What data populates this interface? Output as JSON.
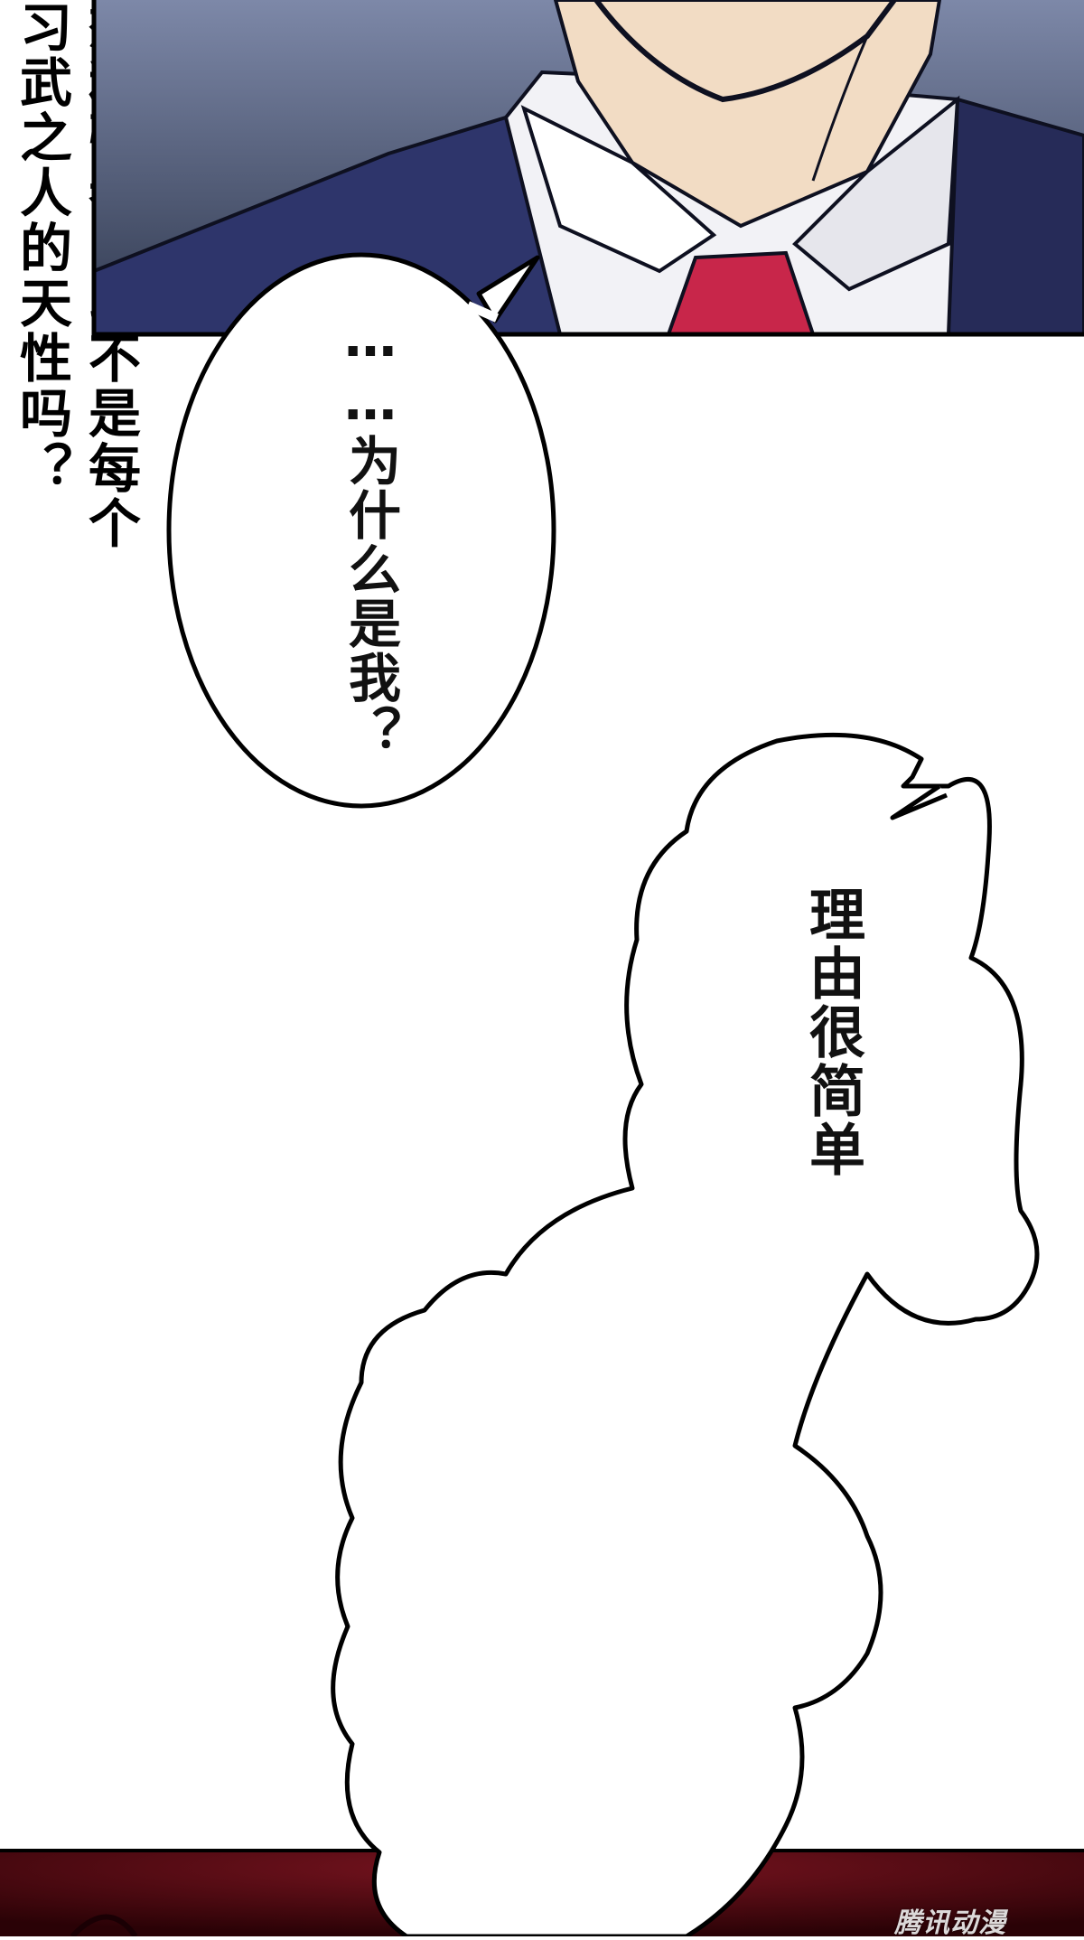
{
  "colors": {
    "panel_bg_top": "#8a94b0",
    "panel_bg_bottom": "#3a4460",
    "suit": "#2e356b",
    "shirt": "#f4f4f6",
    "tie": "#c8264a",
    "skin": "#f2dcc4",
    "bottom_panel": "#5a0a12",
    "ink": "#111111"
  },
  "bubble_speech": {
    "line1": "……为什么是我？"
  },
  "bubble_thought_top": {
    "line1": "理由很简单"
  },
  "bubble_thought_bottom": {
    "col1": "想和强者战斗不是每个",
    "col2": "习武之人的天性吗？"
  },
  "watermark": "腾讯动漫"
}
